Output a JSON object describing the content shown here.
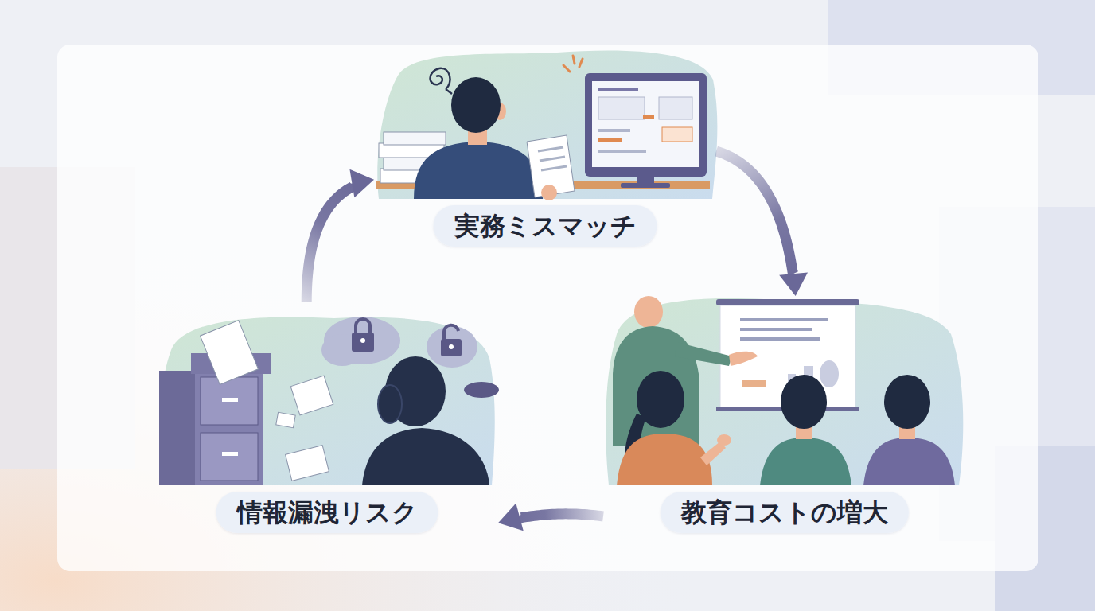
{
  "diagram": {
    "nodes": [
      {
        "text": [
          "実務ミスマッチ"
        ]
      },
      {
        "text": [
          "教育コストの増大"
        ]
      },
      {
        "text": [
          "情報漏洩リスク"
        ]
      }
    ],
    "edges": [
      {
        "from": 0,
        "to": 1,
        "arrow": "to"
      },
      {
        "from": 1,
        "to": 2,
        "arrow": "to"
      },
      {
        "from": 2,
        "to": 0,
        "arrow": "to"
      }
    ]
  }
}
